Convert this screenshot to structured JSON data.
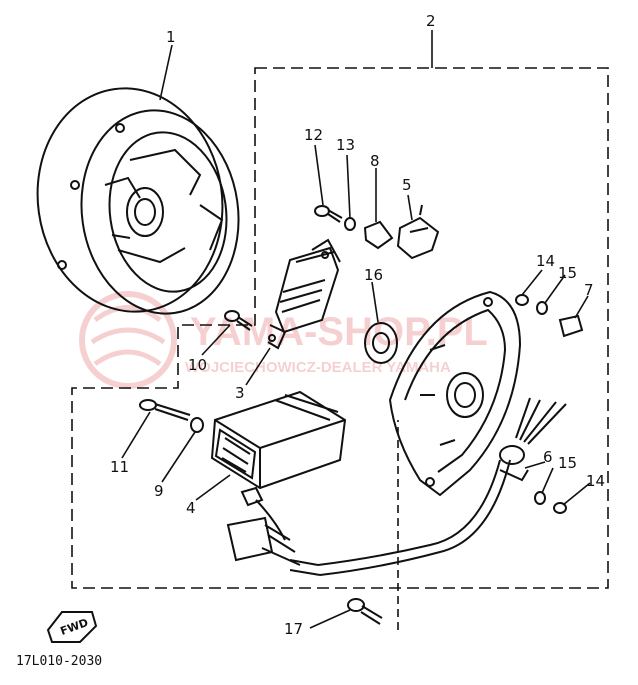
{
  "diagram": {
    "part_labels": [
      {
        "id": "p1",
        "text": "1"
      },
      {
        "id": "p2",
        "text": "2"
      },
      {
        "id": "p3",
        "text": "3"
      },
      {
        "id": "p4",
        "text": "4"
      },
      {
        "id": "p5",
        "text": "5"
      },
      {
        "id": "p6",
        "text": "6"
      },
      {
        "id": "p7",
        "text": "7"
      },
      {
        "id": "p8",
        "text": "8"
      },
      {
        "id": "p9",
        "text": "9"
      },
      {
        "id": "p10",
        "text": "10"
      },
      {
        "id": "p11",
        "text": "11"
      },
      {
        "id": "p12",
        "text": "12"
      },
      {
        "id": "p13",
        "text": "13"
      },
      {
        "id": "p14a",
        "text": "14"
      },
      {
        "id": "p14b",
        "text": "14"
      },
      {
        "id": "p15a",
        "text": "15"
      },
      {
        "id": "p15b",
        "text": "15"
      },
      {
        "id": "p16",
        "text": "16"
      },
      {
        "id": "p17",
        "text": "17"
      }
    ],
    "fwd_label": "FWD",
    "drawing_code": "17L010-2030",
    "watermark": {
      "line1": "YAMA-SHOP.PL",
      "line2": "WOJCIECHOWICZ-DEALER YAMAHA",
      "color": "#e05a5a"
    },
    "line_color": "#111111"
  }
}
